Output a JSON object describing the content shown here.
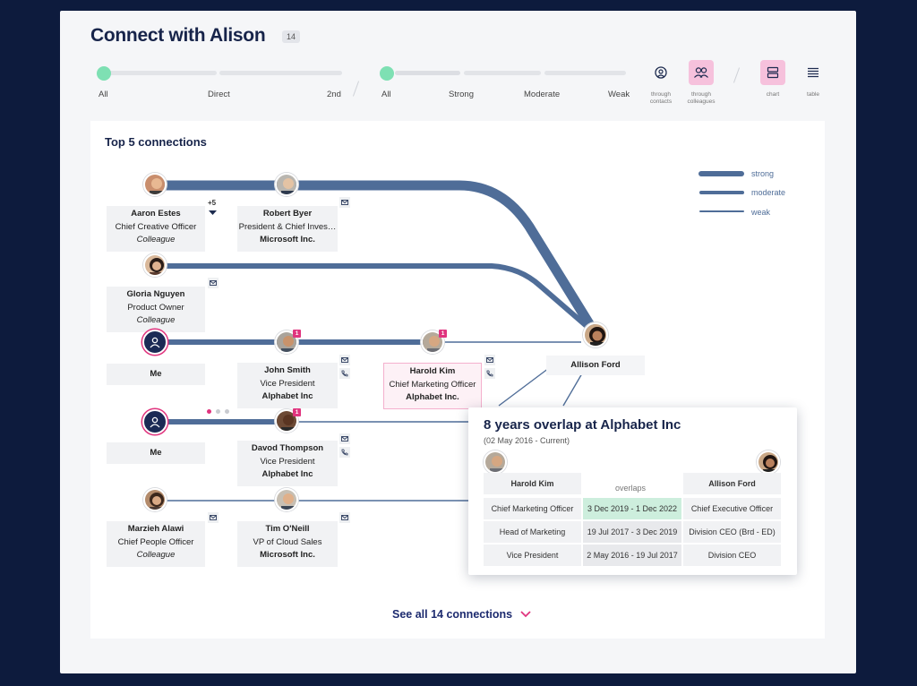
{
  "header": {
    "title": "Connect with Alison",
    "count": "14"
  },
  "degree_filter": {
    "labels": [
      "All",
      "Direct",
      "2nd"
    ]
  },
  "strength_filter": {
    "labels": [
      "All",
      "Strong",
      "Moderate",
      "Weak"
    ]
  },
  "view_toggles": [
    {
      "label": "through contacts",
      "icon": "at-contacts-icon"
    },
    {
      "label": "through colleagues",
      "icon": "colleagues-icon"
    },
    {
      "label": "chart",
      "icon": "chart-view-icon"
    },
    {
      "label": "table",
      "icon": "table-view-icon"
    }
  ],
  "panel": {
    "title": "Top 5 connections"
  },
  "legend": [
    "strong",
    "moderate",
    "weak"
  ],
  "rows": [
    {
      "start": {
        "name": "Aaron Estes",
        "role": "Chief Creative Officer",
        "tag": "Colleague",
        "more": "+5"
      },
      "mid": {
        "name": "Robert Byer",
        "role": "President & Chief Inves…",
        "company": "Microsoft Inc."
      }
    },
    {
      "start": {
        "name": "Gloria Nguyen",
        "role": "Product Owner",
        "tag": "Colleague"
      }
    },
    {
      "start": {
        "name": "Me"
      },
      "mid": {
        "name": "John Smith",
        "role": "Vice President",
        "company": "Alphabet Inc",
        "badge": "1"
      },
      "mid2": {
        "name": "Harold Kim",
        "role": "Chief Marketing Officer",
        "company": "Alphabet Inc.",
        "badge": "1"
      }
    },
    {
      "start": {
        "name": "Me"
      },
      "mid": {
        "name": "Davod Thompson",
        "role": "Vice President",
        "company": "Alphabet Inc",
        "badge": "1"
      }
    },
    {
      "start": {
        "name": "Marzieh Alawi",
        "role": "Chief People Officer",
        "tag": "Colleague"
      },
      "mid": {
        "name": "Tim O'Neill",
        "role": "VP of Cloud Sales",
        "company": "Microsoft Inc."
      }
    }
  ],
  "target": {
    "name": "Allison Ford"
  },
  "overlap": {
    "title": "8 years overlap at Alphabet Inc",
    "subtitle": "(02 May 2016 - Current)",
    "left_name": "Harold Kim",
    "right_name": "Allison Ford",
    "mid_header": "overlaps",
    "rows": [
      {
        "left": "Chief Marketing Officer",
        "mid": "3 Dec 2019 - 1 Dec 2022",
        "right": "Chief Executive Officer"
      },
      {
        "left": "Head of Marketing",
        "mid": "19 Jul 2017 - 3 Dec 2019",
        "right": "Division CEO (Brd - ED)"
      },
      {
        "left": "Vice President",
        "mid": "2 May 2016 - 19 Jul 2017",
        "right": "Division CEO"
      }
    ]
  },
  "footer": {
    "see_all": "See all 14 connections"
  },
  "colors": {
    "line": "#4f6d98",
    "accent": "#e0347e",
    "knob": "#7ee0b3",
    "overlap_green": "#cdeedd"
  }
}
